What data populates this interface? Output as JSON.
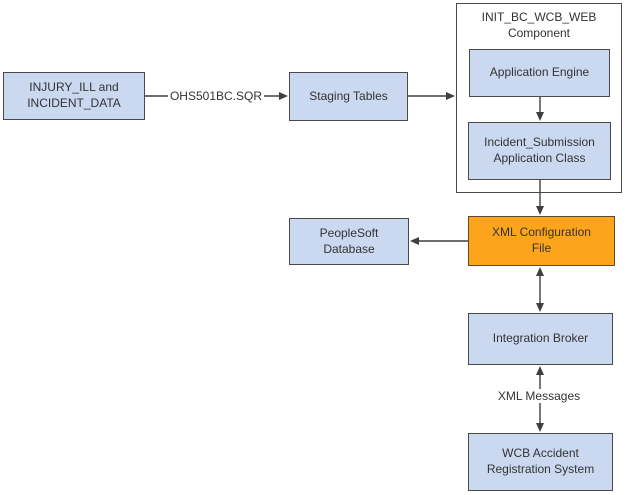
{
  "diagram": {
    "nodes": {
      "injury": {
        "label": "INJURY_ILL and\nINCIDENT_DATA"
      },
      "staging": {
        "label": "Staging Tables"
      },
      "component": {
        "title": "INIT_BC_WCB_WEB\nComponent"
      },
      "app_engine": {
        "label": "Application Engine"
      },
      "incident_submission": {
        "label": "Incident_Submission\nApplication Class"
      },
      "xml_config": {
        "label": "XML Configuration\nFile"
      },
      "peoplesoft_db": {
        "label": "PeopleSoft\nDatabase"
      },
      "integration_broker": {
        "label": "Integration Broker"
      },
      "wcb_system": {
        "label": "WCB Accident\nRegistration System"
      }
    },
    "edge_labels": {
      "sqr": "OHS501BC.SQR",
      "xml_messages": "XML Messages"
    },
    "colors": {
      "node_fill": "#CBD9F0",
      "node_border": "#4A4A4A",
      "highlight_fill": "#FBA41C",
      "highlight_border": "#5C4A2F",
      "arrow": "#3F3F3F",
      "text": "#333333"
    }
  }
}
